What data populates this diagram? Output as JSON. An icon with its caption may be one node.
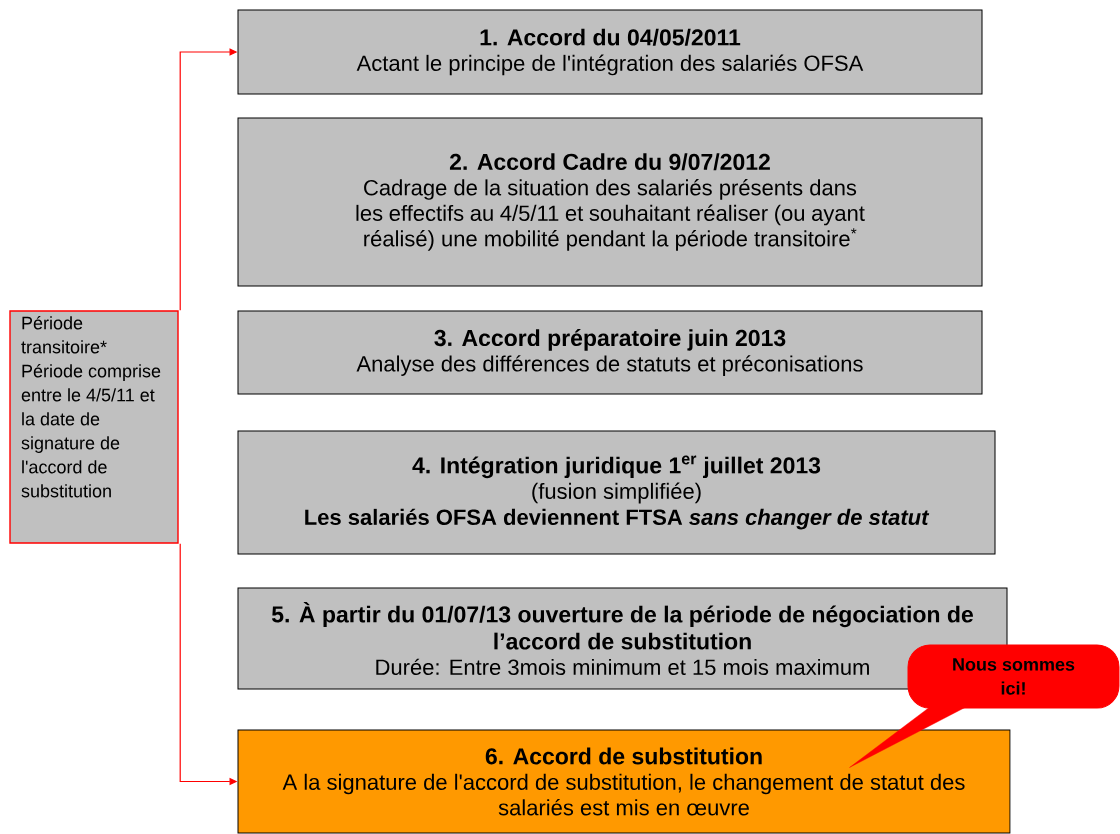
{
  "diagram": {
    "nodes": [
      {
        "text": [
          "1. Accord du 04/05/2011",
          "Actant le principe de l'intégration des salariés OFSA"
        ]
      },
      {
        "text": [
          "2. Accord Cadre du 9/07/2012",
          "Cadrage de la situation des salariés présents dans les effectifs au 4/5/11 et souhaitant réaliser (ou ayant réalisé) une mobilité pendant la période transitoire$^{*}$"
        ]
      },
      {
        "text": [
          "3. Accord préparatoire juin 2013",
          "Analyse des différences de statuts et préconisations"
        ]
      },
      {
        "text": [
          "4. Intégration juridique 1$^{er}$ juillet 2013",
          "(fusion simplifiée)",
          "Les salariés OFSA deviennent FTSA *sans changer de statut*"
        ]
      },
      {
        "text": [
          "5. À partir du 01/07/13 ouverture de la période de négociation de l’accord de substitution",
          "Durée: Entre 3mois minimum et 15 mois maximum"
        ]
      },
      {
        "text": [
          "6. Accord de substitution",
          "A la signature de l'accord de substitution, le changement de statut des salariés est mis en œuvre"
        ]
      },
      {
        "text": [
          "Période transitoire*",
          "Période comprise entre le 4/5/11 et la date de signature de l'accord de substitution"
        ]
      },
      {
        "text": [
          "Nous sommes ici!"
        ]
      }
    ],
    "edges": [
      {
        "from": 6,
        "to": 0,
        "arrow": "to",
        "color": "#ff0000"
      },
      {
        "from": 6,
        "to": 5,
        "arrow": "to",
        "color": "#ff0000"
      },
      {
        "from": 7,
        "to": 5,
        "arrow": "none",
        "color": "#ff0000"
      }
    ]
  }
}
